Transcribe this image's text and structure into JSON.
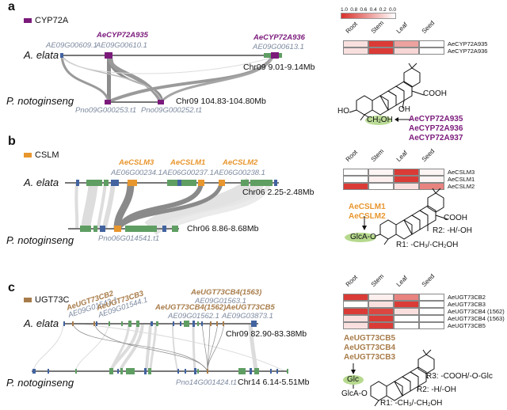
{
  "panels": {
    "a": {
      "letter": "a",
      "legend": {
        "label": "CYP72A",
        "color": "#7b1a7b"
      },
      "species_top": "A. elata",
      "species_bottom": "P. notoginseng",
      "top_genes": [
        {
          "name": "AeCYP72A935",
          "id": "AE09G00610.1"
        },
        {
          "name": "AeCYP72A936",
          "id": "AE09G00613.1"
        }
      ],
      "top_extra_id": "AE09G00609.1",
      "bottom_ids": [
        "Pno09G000253.t1",
        "Pno09G000252.t1"
      ],
      "chr_top": "Chr09 9.01-9.14Mb",
      "chr_bottom": "Chr09 104.83-104.80Mb",
      "heatmap": {
        "scale_ticks": [
          "1.0",
          "0.8",
          "0.6",
          "0.4",
          "0.2",
          "0.0"
        ],
        "columns": [
          "Root",
          "Stem",
          "Leaf",
          "Seed"
        ],
        "rows": [
          {
            "label": "AeCYP72A935",
            "values": [
              0.15,
              0.95,
              0.45,
              0.0
            ]
          },
          {
            "label": "AeCYP72A936",
            "values": [
              0.15,
              0.95,
              0.2,
              0.0
            ]
          }
        ]
      },
      "chem": {
        "cooh": "COOH",
        "oh": "OH",
        "ho": "HO",
        "ch2oh": "CH2OH",
        "enzymes": [
          "AeCYP72A935",
          "AeCYP72A936",
          "AeCYP72A937"
        ]
      }
    },
    "b": {
      "letter": "b",
      "legend": {
        "label": "CSLM",
        "color": "#e8962e"
      },
      "species_top": "A. elata",
      "species_bottom": "P. notoginseng",
      "top_genes": [
        {
          "name": "AeCSLM3",
          "id": "AE06G00234.1"
        },
        {
          "name": "AeCSLM1",
          "id": "AE06G00237.1"
        },
        {
          "name": "AeCSLM2",
          "id": "AE06G00238.1"
        }
      ],
      "bottom_ids": [
        "Pno06G014541.t1"
      ],
      "chr_top": "Chr06 2.25-2.48Mb",
      "chr_bottom": "Chr06 8.86-8.68Mb",
      "heatmap": {
        "columns": [
          "Root",
          "Stem",
          "Leaf",
          "Seed"
        ],
        "rows": [
          {
            "label": "AeCSLM3",
            "values": [
              0.0,
              0.05,
              0.95,
              0.05
            ]
          },
          {
            "label": "AeCSLM1",
            "values": [
              0.0,
              0.08,
              0.95,
              0.05
            ]
          },
          {
            "label": "AeCSLM2",
            "values": [
              0.95,
              0.0,
              0.15,
              0.6
            ]
          }
        ]
      },
      "chem": {
        "enzymes": [
          "AeCSLM1",
          "AeCSLM2"
        ],
        "glca": "GlcA-O",
        "cooh": "COOH",
        "r2": "R2: -H/-OH",
        "r1": "R1: -CH3/-CH2OH"
      }
    },
    "c": {
      "letter": "c",
      "legend": {
        "label": "UGT73C",
        "color": "#a87c4a"
      },
      "species_top": "A. elata",
      "species_bottom": "P. notoginseng",
      "top_genes": [
        {
          "name": "AeUGT73CB2",
          "id": "AE09G01543.1"
        },
        {
          "name": "AeUGT73CB3",
          "id": "AE09G01544.1"
        },
        {
          "name": "AeUGT73CB4(1562)",
          "id": "AE09G01562.1"
        },
        {
          "name": "AeUGT73CB4(1563)",
          "id": "AE09G01563.1"
        },
        {
          "name": "AeUGT73CB5",
          "id": "AE09G03873.1"
        }
      ],
      "bottom_ids": [
        "Pno14G001424.t1"
      ],
      "chr_top": "Chr09 82.90-83.38Mb",
      "chr_bottom": "Chr14 6.14-5.51Mb",
      "heatmap": {
        "columns": [
          "Root",
          "Stem",
          "Leaf",
          "Seed"
        ],
        "rows": [
          {
            "label": "AeUGT73CB2",
            "values": [
              0.95,
              0.08,
              0.6,
              0.0
            ]
          },
          {
            "label": "AeUGT73CB3",
            "values": [
              0.0,
              0.15,
              0.95,
              0.0
            ]
          },
          {
            "label": "AeUGT73CB4 (1562)",
            "values": [
              0.95,
              0.9,
              0.15,
              0.0
            ]
          },
          {
            "label": "AeUGT73CB4 (1563)",
            "values": [
              0.15,
              0.95,
              0.0,
              0.0
            ]
          },
          {
            "label": "AeUGT73CB5",
            "values": [
              0.15,
              0.95,
              0.0,
              0.0
            ]
          }
        ]
      },
      "chem": {
        "enzymes": [
          "AeUGT73CB5",
          "AeUGT73CB4",
          "AeUGT73CB3"
        ],
        "glc": "Glc",
        "glca": "GlcA-O",
        "r3": "R3: -COOH/-O-Glc",
        "r2": "R2: -H/-OH",
        "r1": "R1: -CH3/-CH2OH"
      }
    }
  },
  "colors": {
    "cyp": "#7b1a7b",
    "cslm": "#e8962e",
    "ugt": "#a87c4a",
    "green_gene": "#5f9e63",
    "blue_gene": "#4263a0",
    "heat_high": "#d8312b",
    "heat_low": "#ffffff",
    "gene_id": "#7d8aa0",
    "highlight": "#a9d27a"
  }
}
